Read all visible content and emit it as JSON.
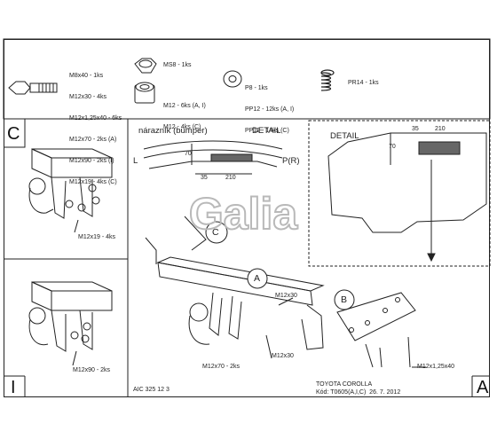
{
  "parts": {
    "bolts": [
      "M8x40 - 1ks",
      "M12x30 - 4ks",
      "M12x1,25x40 - 6ks",
      "M12x70 - 2ks (A)",
      "M12x90 - 2ks (I)",
      "M12x19 - 4ks (C)"
    ],
    "nuts_small": "MS8 - 1ks",
    "nuts_large": [
      "M12 - 6ks (A, I)",
      "M12 - 4ks (C)"
    ],
    "washers": [
      "P8 - 1ks",
      "PP12 - 12ks (A, I)",
      "PP12 - 14ks (C)"
    ],
    "spring_washer": "PR14 - 1ks"
  },
  "panel_c": {
    "letter": "C",
    "bolt_label": "M12x19 - 4ks"
  },
  "panel_i": {
    "letter": "I",
    "bolt_label": "M12x90 - 2ks"
  },
  "bumper_detail": {
    "title": "nárazník (bumper)",
    "detail": "DETAIL",
    "left": "L",
    "right": "P(R)",
    "dim_70": "70",
    "dim_35": "35",
    "dim_210": "210"
  },
  "right_detail": {
    "title": "DETAIL",
    "dim_70": "70",
    "dim_35": "35",
    "dim_210": "210"
  },
  "main": {
    "callout_a": "A",
    "callout_b": "B",
    "callout_c": "C",
    "label_m12x30_top": "M12x30",
    "label_m12x30_mid": "M12x30",
    "label_m12x70": "M12x70 - 2ks",
    "label_m12x125": "M12x1,25x40",
    "letter": "A"
  },
  "footer": {
    "code": "AIC 325 12 3",
    "car": "TOYOTA COROLLA",
    "kod": "Kód: T0605(A,I,C)  26. 7. 2012"
  },
  "watermark": "Galia"
}
